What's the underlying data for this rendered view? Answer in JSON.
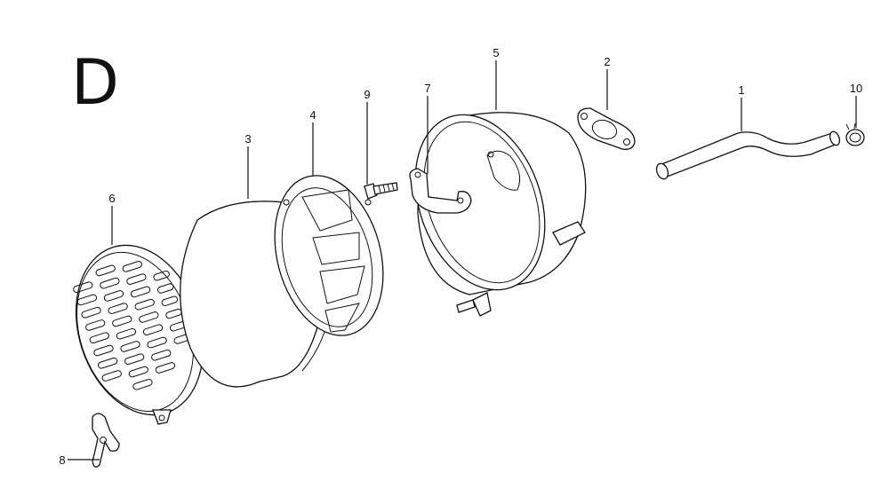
{
  "section_letter": "D",
  "callouts": [
    {
      "id": "1",
      "label": "1",
      "part": "breather-tube"
    },
    {
      "id": "2",
      "label": "2",
      "part": "gasket"
    },
    {
      "id": "3",
      "label": "3",
      "part": "foam-filter-element"
    },
    {
      "id": "4",
      "label": "4",
      "part": "filter-support-plate"
    },
    {
      "id": "5",
      "label": "5",
      "part": "air-cleaner-case"
    },
    {
      "id": "6",
      "label": "6",
      "part": "air-cleaner-cover"
    },
    {
      "id": "7",
      "label": "7",
      "part": "bracket"
    },
    {
      "id": "8",
      "label": "8",
      "part": "wing-nut"
    },
    {
      "id": "9",
      "label": "9",
      "part": "bolt"
    },
    {
      "id": "10",
      "label": "10",
      "part": "hose-clip"
    }
  ]
}
